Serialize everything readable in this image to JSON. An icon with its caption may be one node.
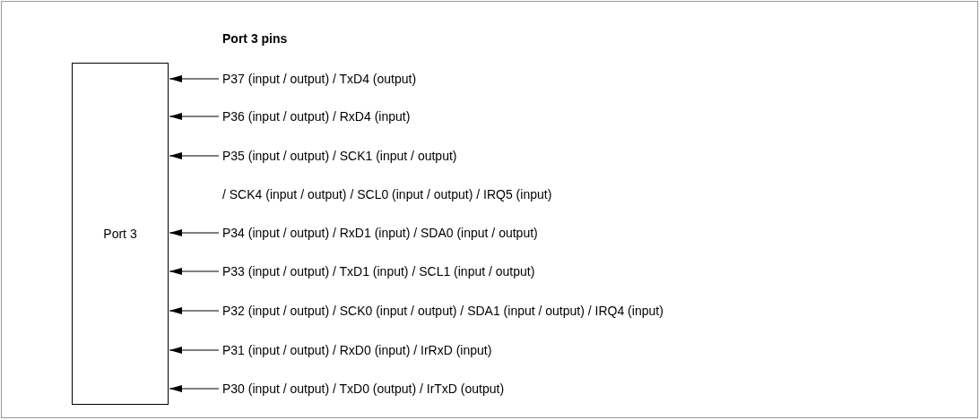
{
  "diagram": {
    "title": "Port 3 pins",
    "nodes": [
      {
        "text": [
          "Port 3"
        ]
      },
      {
        "text": [
          "P37 (input / output) / TxD4 (output)"
        ]
      },
      {
        "text": [
          "P36 (input / output) / RxD4 (input)"
        ]
      },
      {
        "text": [
          "P35 (input / output) / SCK1 (input / output)",
          "/ SCK4 (input / output) / SCL0 (input / output) / IRQ5 (input)"
        ]
      },
      {
        "text": [
          "P34 (input / output) / RxD1 (input) / SDA0 (input / output)"
        ]
      },
      {
        "text": [
          "P33 (input / output) / TxD1 (input) / SCL1 (input / output)"
        ]
      },
      {
        "text": [
          "P32 (input / output) / SCK0 (input / output) / SDA1 (input / output) / IRQ4 (input)"
        ]
      },
      {
        "text": [
          "P31 (input / output) / RxD0 (input) / IrRxD (input)"
        ]
      },
      {
        "text": [
          "P30 (input / output) / TxD0 (output) / IrTxD (output)"
        ]
      }
    ],
    "edges": [
      {
        "from": 1,
        "to": 0,
        "arrow": "to"
      },
      {
        "from": 2,
        "to": 0,
        "arrow": "to"
      },
      {
        "from": 3,
        "to": 0,
        "arrow": "to"
      },
      {
        "from": 4,
        "to": 0,
        "arrow": "to"
      },
      {
        "from": 5,
        "to": 0,
        "arrow": "to"
      },
      {
        "from": 6,
        "to": 0,
        "arrow": "to"
      },
      {
        "from": 7,
        "to": 0,
        "arrow": "to"
      },
      {
        "from": 8,
        "to": 0,
        "arrow": "to"
      }
    ]
  }
}
